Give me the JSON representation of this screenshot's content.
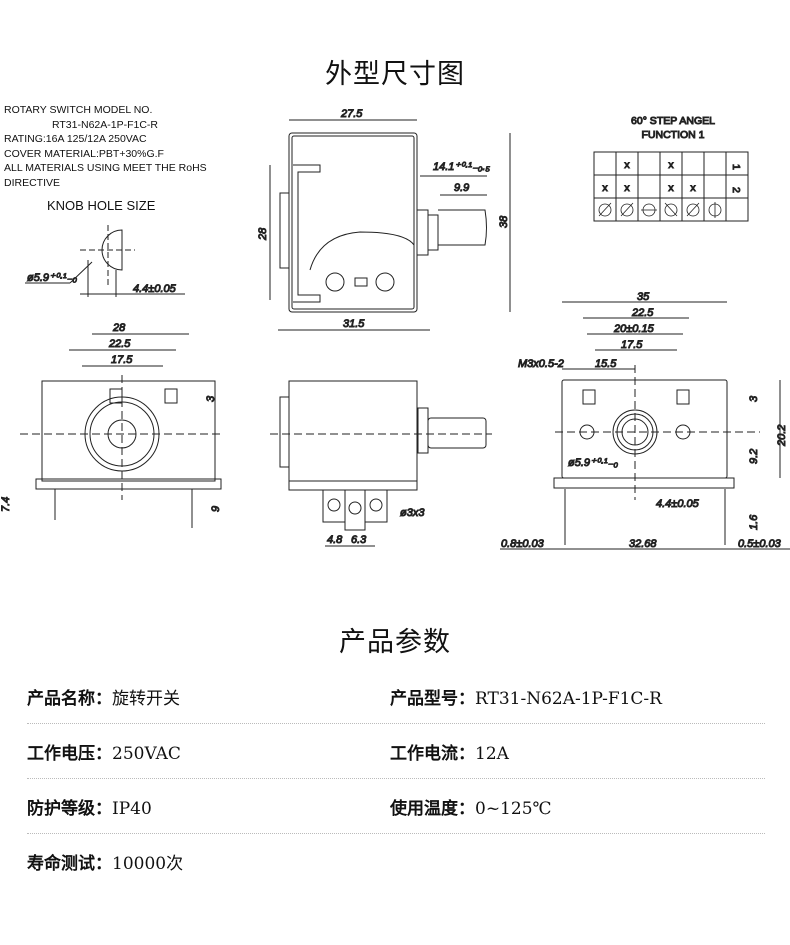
{
  "titles": {
    "outline": "外型尺寸图",
    "params": "产品参数"
  },
  "spec_text": {
    "line1": "ROTARY SWITCH MODEL NO.",
    "line2": "RT31-N62A-1P-F1C-R",
    "line3": "RATING:16A 125/12A 250VAC",
    "line4": "COVER MATERIAL:PBT+30%G.F",
    "line5": "ALL MATERIALS USING MEET THE RoHS",
    "line6": "DIRECTIVE"
  },
  "knob": {
    "title": "KNOB HOLE SIZE",
    "dia": "ø5.9⁺⁰·¹₋₀",
    "flat": "4.4±0.05"
  },
  "top_view": {
    "w": "27.5",
    "h": "28",
    "base": "31.5",
    "total": "38",
    "shaft": "14.1⁺⁰·¹₋₀.₅",
    "shaft2": "9.9"
  },
  "function_table": {
    "title1": "60° STEP ANGEL",
    "title2": "FUNCTION 1",
    "row1": [
      "",
      "x",
      "",
      "x",
      "",
      "",
      "1"
    ],
    "row2": [
      "x",
      "x",
      "",
      "x",
      "x",
      "",
      "2"
    ]
  },
  "front_view": {
    "d28": "28",
    "d225": "22.5",
    "d175": "17.5",
    "d3": "3",
    "d74": "7.4",
    "d9": "9"
  },
  "side_view": {
    "d48": "4.8",
    "d63": "6.3",
    "hole": "ø3x3"
  },
  "rear_view": {
    "d35": "35",
    "d225": "22.5",
    "d20": "20±0.15",
    "d175": "17.5",
    "d155": "15.5",
    "thread": "M3x0.5-2",
    "d3": "3",
    "d202": "20.2",
    "d92": "9.2",
    "dia": "ø5.9⁺⁰·¹₋₀",
    "d44": "4.4±0.05",
    "d16": "1.6",
    "d08": "0.8±0.03",
    "d3268": "32.68",
    "d05": "0.5±0.03"
  },
  "params": [
    {
      "label": "产品名称：",
      "value": "旋转开关"
    },
    {
      "label": "产品型号：",
      "value": "RT31-N62A-1P-F1C-R"
    },
    {
      "label": "工作电压：",
      "value": "250VAC"
    },
    {
      "label": "工作电流：",
      "value": "12A"
    },
    {
      "label": "防护等级：",
      "value": "IP40"
    },
    {
      "label": "使用温度：",
      "value": "0~125℃"
    },
    {
      "label": "寿命测试：",
      "value": "10000次"
    }
  ]
}
